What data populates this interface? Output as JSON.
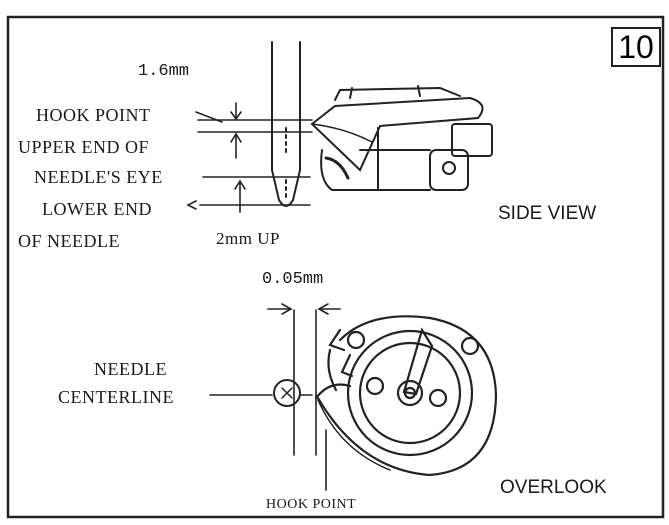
{
  "figure": {
    "number": "10"
  },
  "side_view": {
    "title": "SIDE VIEW",
    "dimension_top": "1.6mm",
    "hook_point": "HOOK POINT",
    "upper_end_of": "UPPER END OF",
    "needles_eye": "NEEDLE'S EYE",
    "lower_end": "LOWER END",
    "of_needle": "OF NEEDLE",
    "needle_raise": "2mm UP"
  },
  "overlook": {
    "title": "OVERLOOK",
    "gap": "0.05mm",
    "needle": "NEEDLE",
    "centerline": "CENTERLINE",
    "hook_point": "HOOK POINT"
  }
}
